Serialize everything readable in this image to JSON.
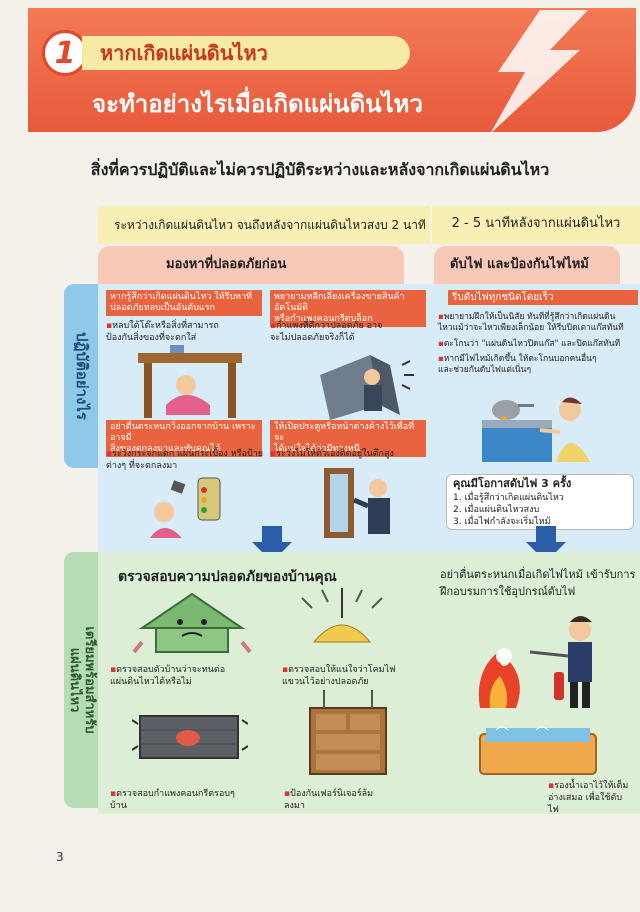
{
  "header": {
    "number": "1",
    "title": "หากเกิดแผ่นดินไหว",
    "subtitle": "จะทำอย่างไรเมื่อเกิดแผ่นดินไหว"
  },
  "section_heading": "สิ่งที่ควรปฏิบัติและไม่ควรปฏิบัติระหว่างและหลังจากเกิดแผ่นดินไหว",
  "columns": {
    "left_band": "ระหว่างเกิดแผ่นดินไหว จนถึงหลังจากแผ่นดินไหวสงบ 2 นาที",
    "right_band": "2 - 5 นาทีหลังจากแผ่นดินไหว",
    "left_sub": "มองหาที่ปลอดภัยก่อน",
    "right_sub": "ดับไฟ และป้องกันไฟไหม้"
  },
  "side_labels": {
    "blue": "ปฏิบัติอย่างไร",
    "green_line1": "เตรียมพร้อมสำหรับ",
    "green_line2": "แผ่นดินไหว"
  },
  "blue_cells": [
    {
      "tag_line1": "หากรู้สึกว่าเกิดแผ่นดินไหว ให้รีบหาที่",
      "tag_line2": "ปลอดภัยหลบเป็นอันดับแรก",
      "note_line1": "หลบใต้โต๊ะหรือสิ่งที่สามารถ",
      "note_line2": "ป้องกันสิ่งของที่จะตกใส่"
    },
    {
      "tag_line1": "พยายามหลีกเลี่ยงเครื่องขายสินค้าอัตโนมัติ",
      "tag_line2": "หรือกำแพงคอนกรีตบล็อก",
      "note_line1": "กำแพงที่ดีกว่าปลอดภัย อาจ",
      "note_line2": "จะไม่ปลอดภัยจริงก็ได้"
    },
    {
      "tag_line1": "อย่าตื่นตระหนกวิ่งออกจากบ้าน เพราะอาจมี",
      "tag_line2": "สิ่งของตกลงมาและทับคุณได้",
      "note_line1": "ระวังกระจกแตก แผ่นกระเบื้อง หรือป้าย",
      "note_line2": "ต่างๆ ที่จะตกลงมา"
    },
    {
      "tag_line1": "ให้เปิดประตูหรือหน้าต่างค้างไว้เพื่อที่จะ",
      "tag_line2": "ได้แน่ใจได้ว่ามีทางหนี",
      "note_line1": "ระวังไม่ให้ตัวเองติดอยู่ในตึกสูง",
      "note_line2": ""
    }
  ],
  "fire_cell": {
    "tag": "รีบดับไฟทุกชนิดโดยเร็ว",
    "note1_line1": "พยายามฝึกให้เป็นนิสัย ทันทีที่รู้สึกว่าเกิดแผ่นดิน",
    "note1_line2": "ไหวแม้ว่าจะไหวเพียงเล็กน้อย ให้รีบปิดเตาแก๊สทันที",
    "note2": "ตะโกนว่า \"แผ่นดินไหวปิดแก๊ส\" และปิดแก๊สทันที",
    "note3_line1": "หากมีไฟไหม้เกิดขึ้น ให้ตะโกนบอกคนอื่นๆ",
    "note3_line2": "และช่วยกันดับไฟแต่เนิ่นๆ"
  },
  "tip": {
    "title": "คุณมีโอกาสดับไฟ 3 ครั้ง",
    "items": [
      "1. เมื่อรู้สึกว่าเกิดแผ่นดินไหว",
      "2. เมื่อแผ่นดินไหวสงบ",
      "3. เมื่อไฟกำลังจะเริ่มไหม้"
    ]
  },
  "green": {
    "title": "ตรวจสอบความปลอดภัยของบ้านคุณ",
    "right_title_line1": "อย่าตื่นตระหนกเมื่อเกิดไฟไหม้ เข้ารับการ",
    "right_title_line2": "ฝึกอบรมการใช้อุปกรณ์ดับไฟ",
    "items": [
      {
        "line1": "ตรวจสอบตัวบ้านว่าจะทนต่อ",
        "line2": "แผ่นดินไหวได้หรือไม่"
      },
      {
        "line1": "ตรวจสอบให้แน่ใจว่าโคมไฟ",
        "line2": "แขวนไว้อย่างปลอดภัย"
      },
      {
        "line1": "ตรวจสอบกำแพงคอนกรีตรอบๆ",
        "line2": "บ้าน"
      },
      {
        "line1": "ป้องกันเฟอร์นิเจอร์ล้ม",
        "line2": "ลงมา"
      }
    ],
    "water_line1": "รองน้ำเอาไว้ให้เต็ม",
    "water_line2": "อ่างเสมอ เพื่อใช้ดับ",
    "water_line3": "ไฟ"
  },
  "page_number": "3",
  "colors": {
    "header": "#e85a3b",
    "title_pill": "#f7e9a6",
    "band": "#f7efb4",
    "sub_band": "#f8c9b6",
    "blue_panel": "#d8ecf7",
    "green_panel": "#dcefd6",
    "tag": "#e8633e",
    "arrow": "#2a5ea8"
  }
}
